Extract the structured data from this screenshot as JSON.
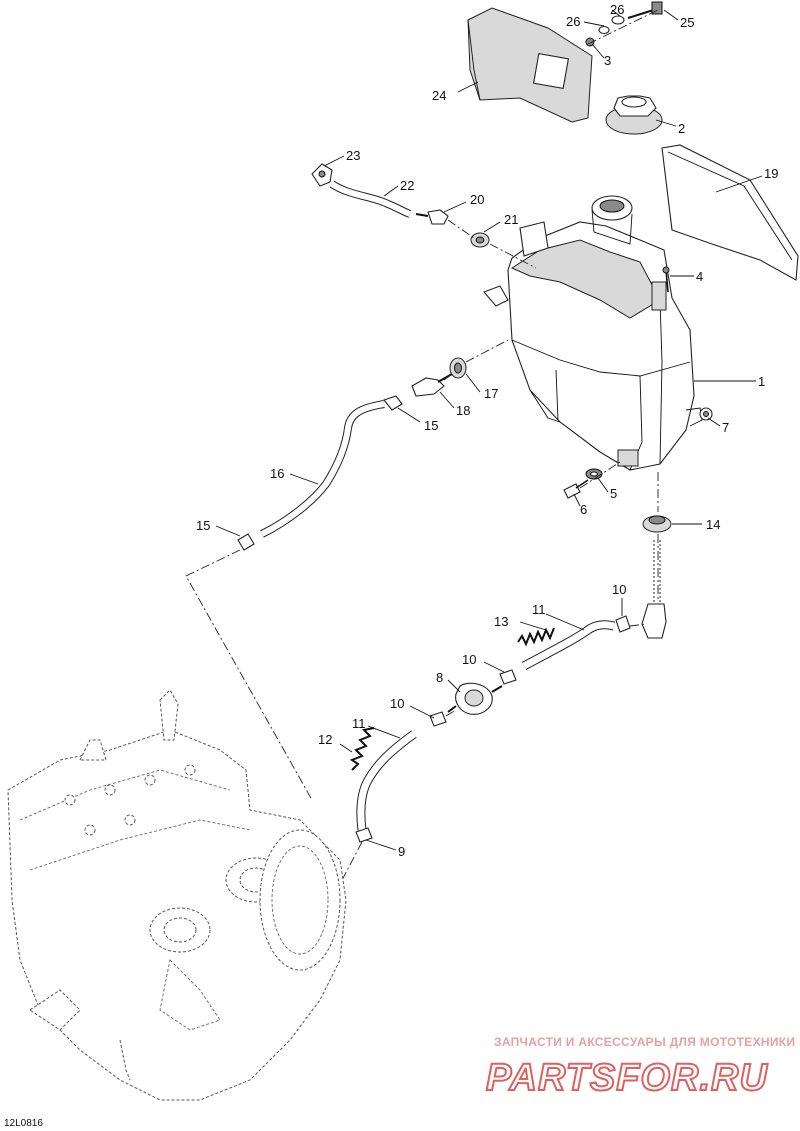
{
  "diagram": {
    "code": "12L0816",
    "callouts": {
      "c1": "1",
      "c2": "2",
      "c3": "3",
      "c4": "4",
      "c5": "5",
      "c6": "6",
      "c7": "7",
      "c8": "8",
      "c9": "9",
      "c10a": "10",
      "c10b": "10",
      "c10c": "10",
      "c11a": "11",
      "c11b": "11",
      "c12": "12",
      "c13": "13",
      "c14": "14",
      "c15a": "15",
      "c15b": "15",
      "c16": "16",
      "c17": "17",
      "c18": "18",
      "c19": "19",
      "c20": "20",
      "c21": "21",
      "c22": "22",
      "c23": "23",
      "c24": "24",
      "c25": "25",
      "c26a": "26",
      "c26b": "26"
    }
  },
  "watermark": {
    "tagline": "ЗАПЧАСТИ И АКСЕССУАРЫ ДЛЯ МОТОТЕХНИКИ",
    "brand": "PARTSFOR.RU"
  }
}
